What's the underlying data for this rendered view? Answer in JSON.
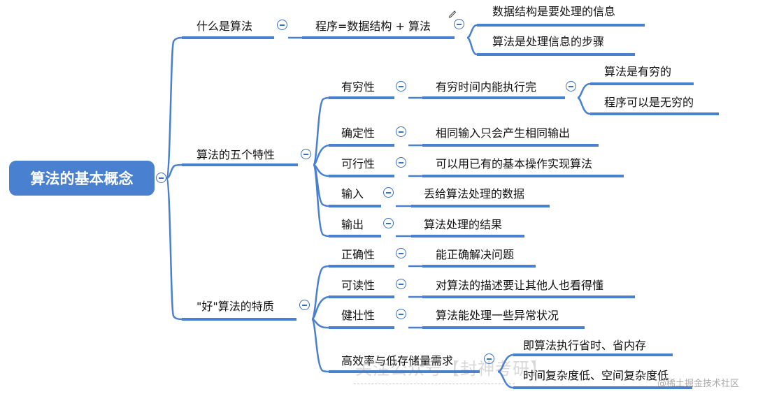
{
  "root": {
    "label": "算法的基本概念"
  },
  "branches": {
    "what": {
      "label": "什么是算法"
    },
    "program": {
      "label": "程序=数据结构 + 算法"
    },
    "ds": {
      "label": "数据结构是要处理的信息"
    },
    "algo": {
      "label": "算法是处理信息的步骤"
    },
    "five": {
      "label": "算法的五个特性"
    },
    "finite": {
      "label": "有穷性"
    },
    "finite_desc": {
      "label": "有穷时间内能执行完"
    },
    "finite_a": {
      "label": "算法是有穷的"
    },
    "finite_b": {
      "label": "程序可以是无穷的"
    },
    "definite": {
      "label": "确定性"
    },
    "definite_desc": {
      "label": "相同输入只会产生相同输出"
    },
    "feasible": {
      "label": "可行性"
    },
    "feasible_desc": {
      "label": "可以用已有的基本操作实现算法"
    },
    "input": {
      "label": "输入"
    },
    "input_desc": {
      "label": "丢给算法处理的数据"
    },
    "output": {
      "label": "输出"
    },
    "output_desc": {
      "label": "算法处理的结果"
    },
    "good": {
      "label": "\"好\"算法的特质"
    },
    "correct": {
      "label": "正确性"
    },
    "correct_desc": {
      "label": "能正确解决问题"
    },
    "readable": {
      "label": "可读性"
    },
    "readable_desc": {
      "label": "对算法的描述要让其他人也看得懂"
    },
    "robust": {
      "label": "健壮性"
    },
    "robust_desc": {
      "label": "算法能处理一些异常状况"
    },
    "efficient": {
      "label": "高效率与低存储量需求"
    },
    "efficient_a": {
      "label": "即算法执行省时、省内存"
    },
    "efficient_b": {
      "label": "时间复杂度低、空间复杂度低"
    }
  },
  "watermark": "关注公众号【封神考研】",
  "credit": "@稀土掘金技术社区",
  "colors": {
    "accent": "#4a80d0",
    "line": "#3a6fc2"
  }
}
